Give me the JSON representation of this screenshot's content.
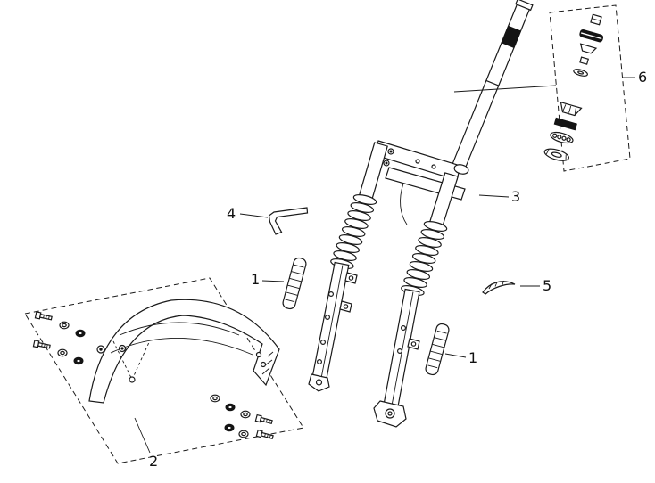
{
  "figure": {
    "type": "exploded-parts-diagram",
    "background_color": "#ffffff",
    "line_color": "#1a1a1a",
    "dark_fill_color": "#141414"
  },
  "callouts": {
    "n1_left": {
      "label": "1"
    },
    "n1_right": {
      "label": "1"
    },
    "n2": {
      "label": "2"
    },
    "n3": {
      "label": "3"
    },
    "n4": {
      "label": "4"
    },
    "n5": {
      "label": "5"
    },
    "n6": {
      "label": "6"
    }
  }
}
